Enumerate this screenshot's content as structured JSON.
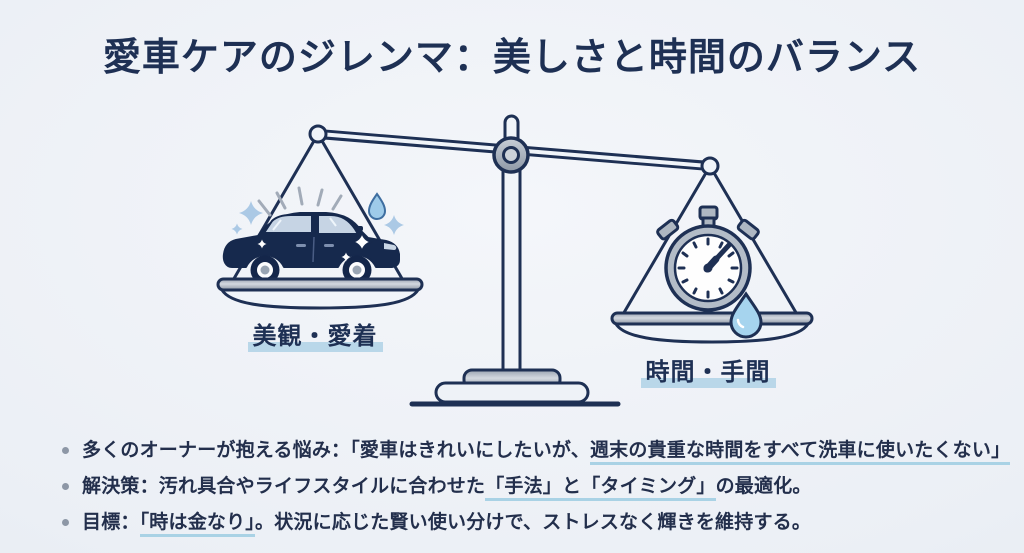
{
  "title": "愛車ケアのジレンマ：美しさと時間のバランス",
  "scale": {
    "left_label": "美観・愛着",
    "right_label": "時間・手間"
  },
  "bullets": [
    {
      "pre": "多くのオーナーが抱える悩み：「愛車はきれいにしたいが、",
      "highlight": "週末の貴重な時間をすべて洗車に使いたくない」",
      "post": ""
    },
    {
      "pre": "解決策：汚れ具合やライフスタイルに合わせた",
      "highlight": "「手法」と「タイミング」",
      "post": "の最適化。"
    },
    {
      "pre": "目標：",
      "highlight": "「時は金なり」",
      "post": "。状況に応じた賢い使い分けで、ストレスなく輝きを維持する。"
    }
  ],
  "icons": {
    "balance": "balance-scale-icon",
    "left_pan_item": "car-icon",
    "right_pan_item": "stopwatch-icon",
    "accents": [
      "sparkle-icon",
      "water-drop-icon",
      "shine-rays-icon"
    ]
  },
  "colors": {
    "background": "#eaeef5",
    "navy": "#1e3054",
    "text_navy": "#232f4c",
    "underline_blue": "#a9d2e5",
    "highlight_blue": "#b9d7e9",
    "bullet_gray": "#8d97a6"
  }
}
